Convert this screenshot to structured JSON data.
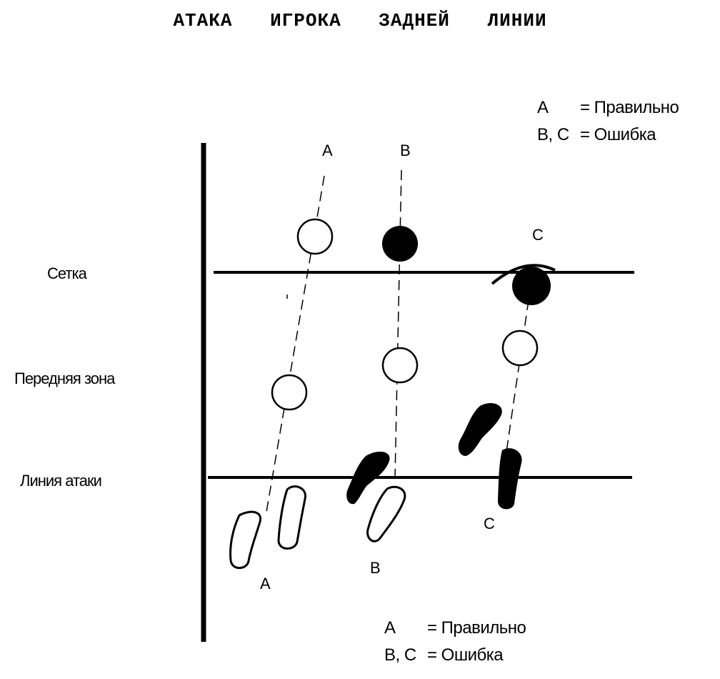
{
  "title_words": [
    "АТАКА",
    "ИГРОКА",
    "ЗАДНЕЙ",
    "ЛИНИИ"
  ],
  "zones": {
    "net": "Сетка",
    "front": "Передняя зона",
    "attack_line": "Линия атаки"
  },
  "legend_top": [
    {
      "key": "А",
      "text": "= Правильно"
    },
    {
      "key": "В, С",
      "text": "= Ошибка"
    }
  ],
  "legend_bottom": [
    {
      "key": "А",
      "text": "= Правильно"
    },
    {
      "key": "В, С",
      "text": "= Ошибка"
    }
  ],
  "trajectories": {
    "a": "А",
    "b": "В",
    "c": "С"
  },
  "feet": {
    "a": "А",
    "b": "В",
    "c": "С"
  },
  "colors": {
    "ink": "#000000",
    "paper": "#ffffff"
  }
}
